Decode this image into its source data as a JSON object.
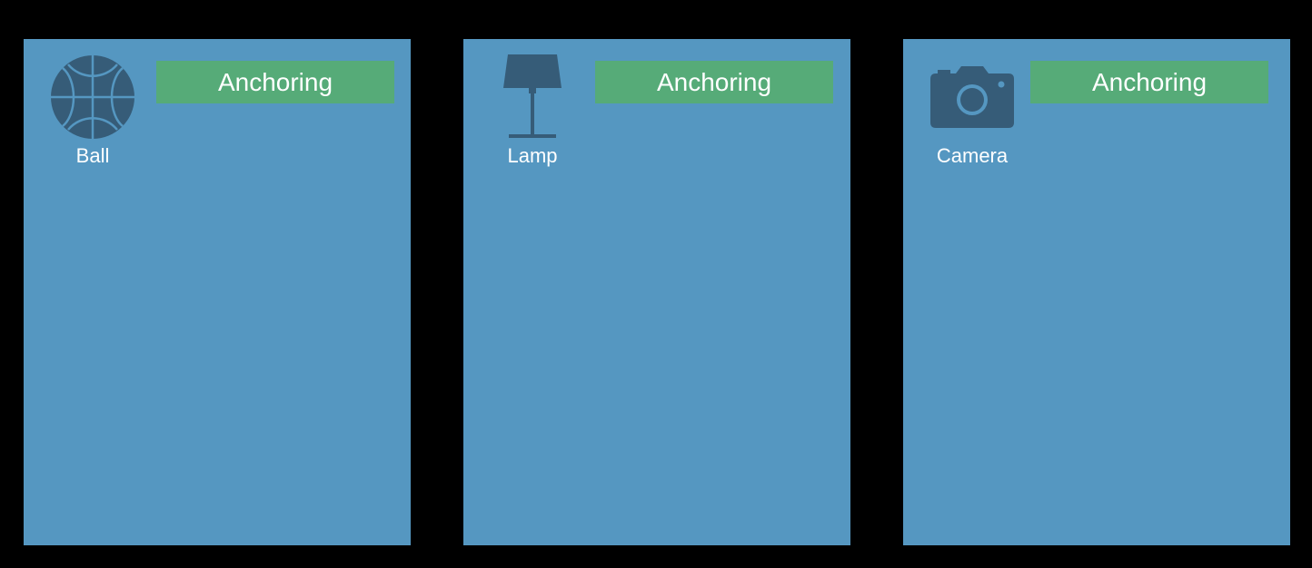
{
  "colors": {
    "background": "#000000",
    "panel": "#5597c1",
    "badge": "#56ab78",
    "icon": "#365c78",
    "text": "#ffffff"
  },
  "panels": [
    {
      "label": "Ball",
      "icon": "basketball-icon",
      "badge": "Anchoring"
    },
    {
      "label": "Lamp",
      "icon": "lamp-icon",
      "badge": "Anchoring"
    },
    {
      "label": "Camera",
      "icon": "camera-icon",
      "badge": "Anchoring"
    }
  ]
}
